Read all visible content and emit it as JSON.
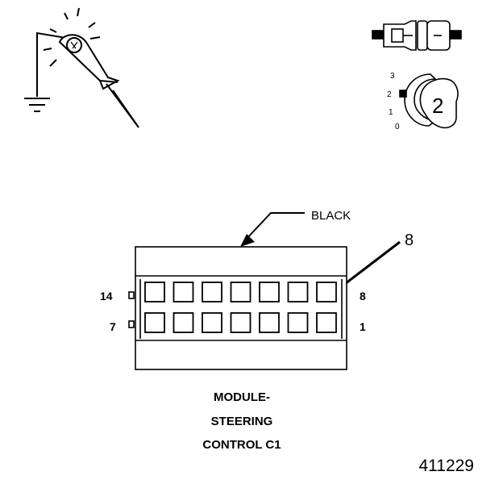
{
  "connector": {
    "wire_color_label": "BLACK",
    "pointer_label": "8",
    "pin_labels": {
      "top_left": "14",
      "top_right": "8",
      "bottom_left": "7",
      "bottom_right": "1"
    },
    "rows": 2,
    "cavities_per_row": 7,
    "highlighted_cavity": "8"
  },
  "caption": {
    "line1": "MODULE-",
    "line2": "STEERING",
    "line3": "CONTROL C1"
  },
  "probe_icon": {
    "name": "test-probe-ground-icon"
  },
  "key_icon": {
    "name": "ignition-key-connector-icon",
    "key_number": "2",
    "positions": [
      "3",
      "2",
      "1",
      "0"
    ]
  },
  "figure_number": "411229",
  "colors": {
    "line": "#000000",
    "background": "#ffffff"
  }
}
